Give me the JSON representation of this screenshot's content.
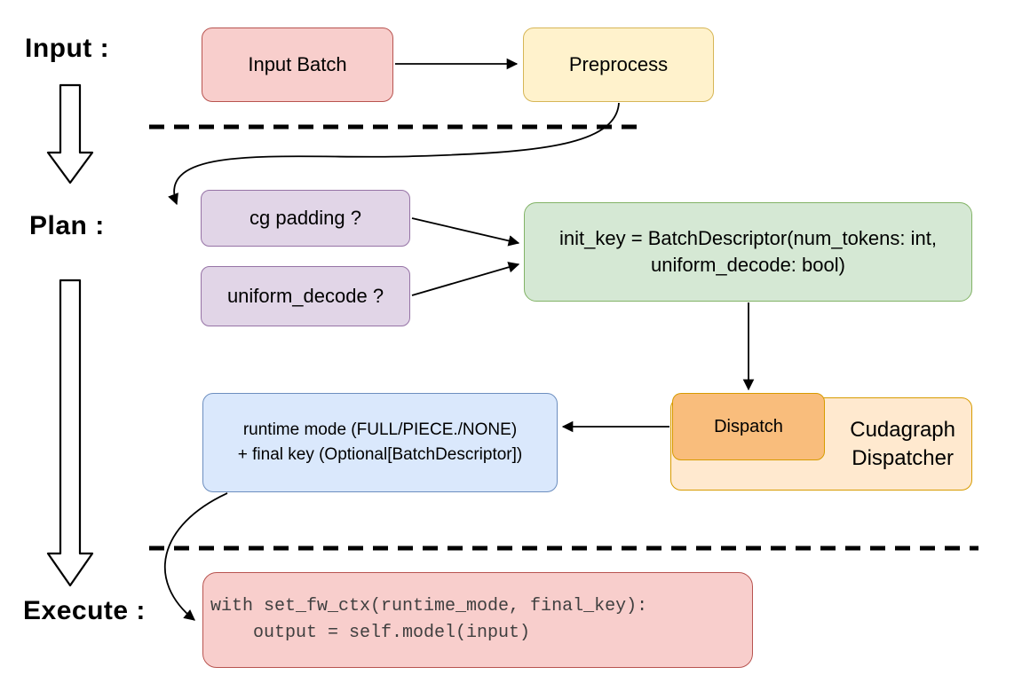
{
  "stage_labels": {
    "input": "Input :",
    "plan": "Plan :",
    "execute": "Execute :"
  },
  "nodes": {
    "input_batch": {
      "label": "Input Batch",
      "fill": "#f8cecc",
      "stroke": "#b85450"
    },
    "preprocess": {
      "label": "Preprocess",
      "fill": "#fff2cc",
      "stroke": "#d6b656"
    },
    "cg_padding": {
      "label": "cg padding ?",
      "fill": "#e1d5e7",
      "stroke": "#9673a6"
    },
    "uniform_decode": {
      "label": "uniform_decode ?",
      "fill": "#e1d5e7",
      "stroke": "#9673a6"
    },
    "init_key": {
      "line1": "init_key = BatchDescriptor(num_tokens: int,",
      "line2": "uniform_decode: bool)",
      "fill": "#d5e8d4",
      "stroke": "#82b366"
    },
    "dispatch": {
      "label": "Dispatch",
      "fill": "#f9bd7c",
      "stroke": "#d79b00"
    },
    "cudagraph_dispatcher": {
      "line1": "Cudagraph",
      "line2": "Dispatcher",
      "fill": "#ffe9cf",
      "stroke": "#d79b00"
    },
    "runtime_mode": {
      "line1": "runtime mode (FULL/PIECE./NONE)",
      "line2": "+ final key (Optional[BatchDescriptor])",
      "fill": "#dae8fc",
      "stroke": "#6c8ebf"
    },
    "execute_code": {
      "line1": "with set_fw_ctx(runtime_mode, final_key):",
      "line2": "    output = self.model(input)",
      "fill": "#f8cecc",
      "stroke": "#b85450"
    }
  },
  "edges": [
    {
      "from": "input_batch",
      "to": "preprocess"
    },
    {
      "from": "preprocess",
      "to": "cg_padding"
    },
    {
      "from": "cg_padding",
      "to": "init_key"
    },
    {
      "from": "uniform_decode",
      "to": "init_key"
    },
    {
      "from": "init_key",
      "to": "dispatch"
    },
    {
      "from": "dispatch",
      "to": "runtime_mode"
    },
    {
      "from": "runtime_mode",
      "to": "execute_code"
    },
    {
      "from": "stage_input",
      "to": "stage_plan"
    },
    {
      "from": "stage_plan",
      "to": "stage_execute"
    }
  ]
}
